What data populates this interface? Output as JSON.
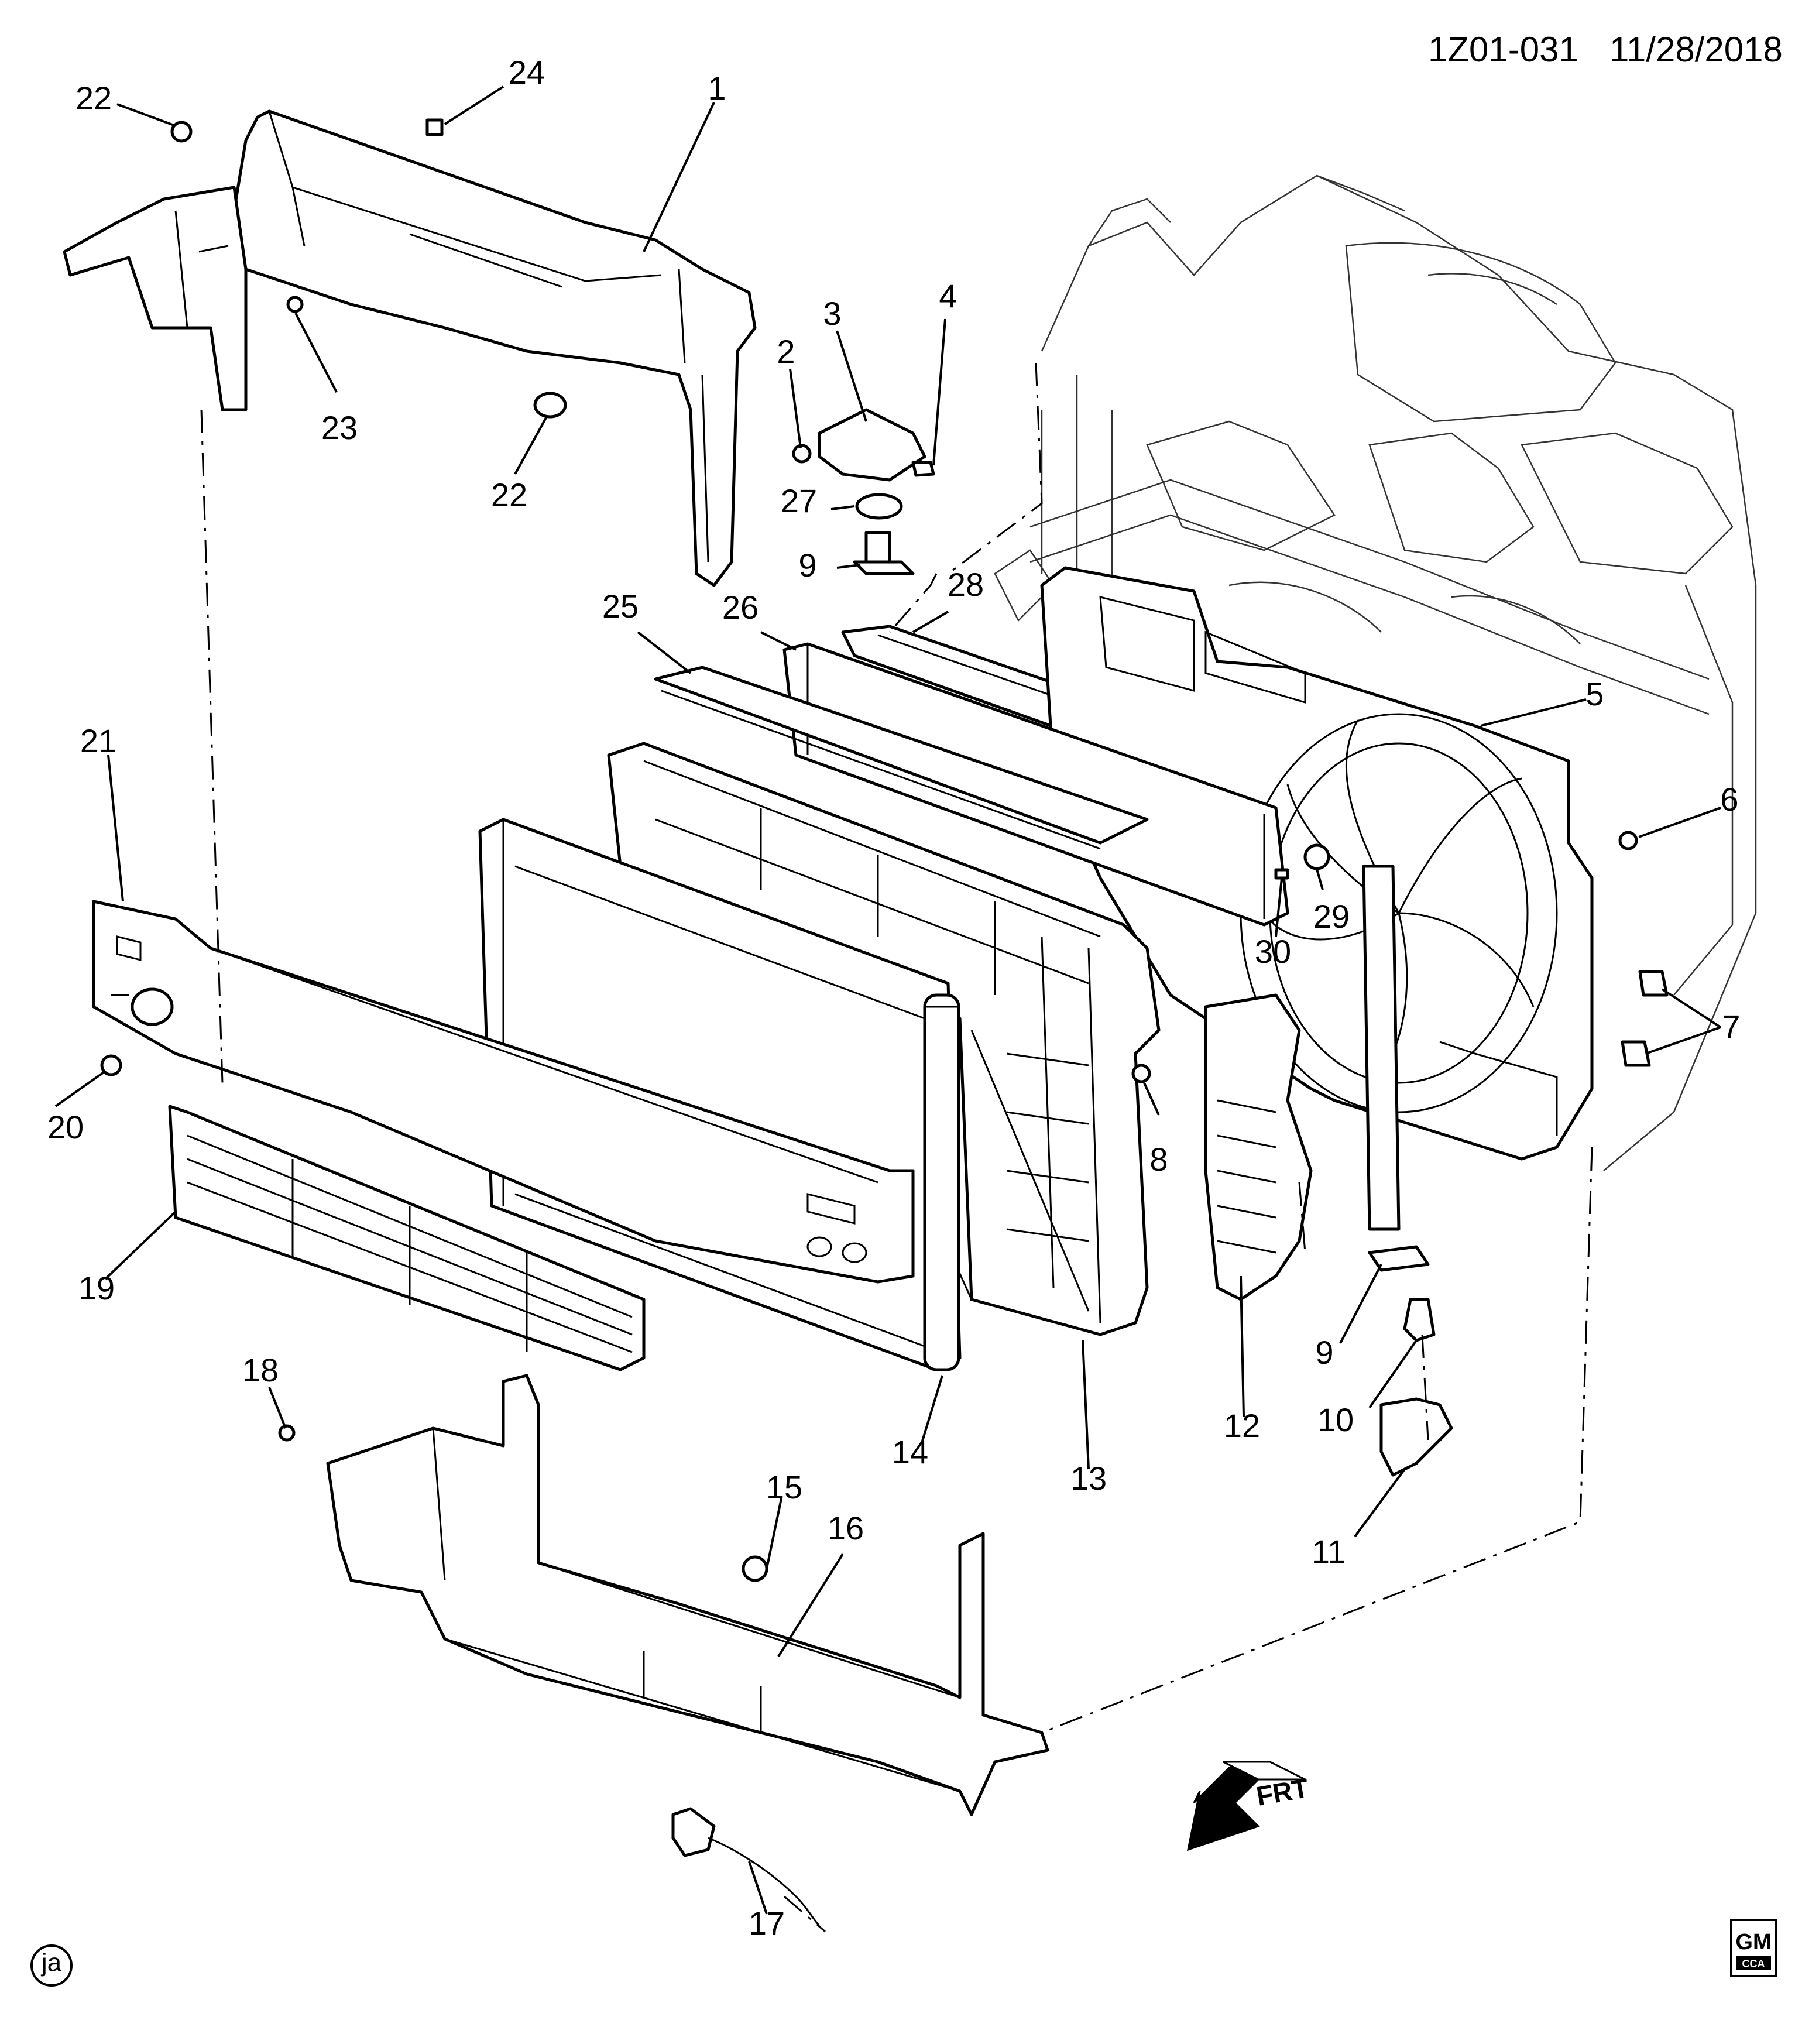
{
  "header": {
    "diagram_id": "1Z01-031",
    "date": "11/28/2018"
  },
  "callouts": {
    "c1": "1",
    "c2": "2",
    "c3": "3",
    "c4": "4",
    "c5": "5",
    "c6": "6",
    "c7": "7",
    "c8": "8",
    "c9a": "9",
    "c9b": "9",
    "c10": "10",
    "c11": "11",
    "c12": "12",
    "c13": "13",
    "c14": "14",
    "c15": "15",
    "c16": "16",
    "c17": "17",
    "c18": "18",
    "c19": "19",
    "c20": "20",
    "c21": "21",
    "c22a": "22",
    "c22b": "22",
    "c23": "23",
    "c24": "24",
    "c25": "25",
    "c26": "26",
    "c27": "27",
    "c28": "28",
    "c29": "29",
    "c30": "30"
  },
  "direction_arrow": {
    "label": "FRT"
  },
  "artist_mark": "ja",
  "logo": {
    "brand": "GM",
    "sub": "CCA"
  }
}
